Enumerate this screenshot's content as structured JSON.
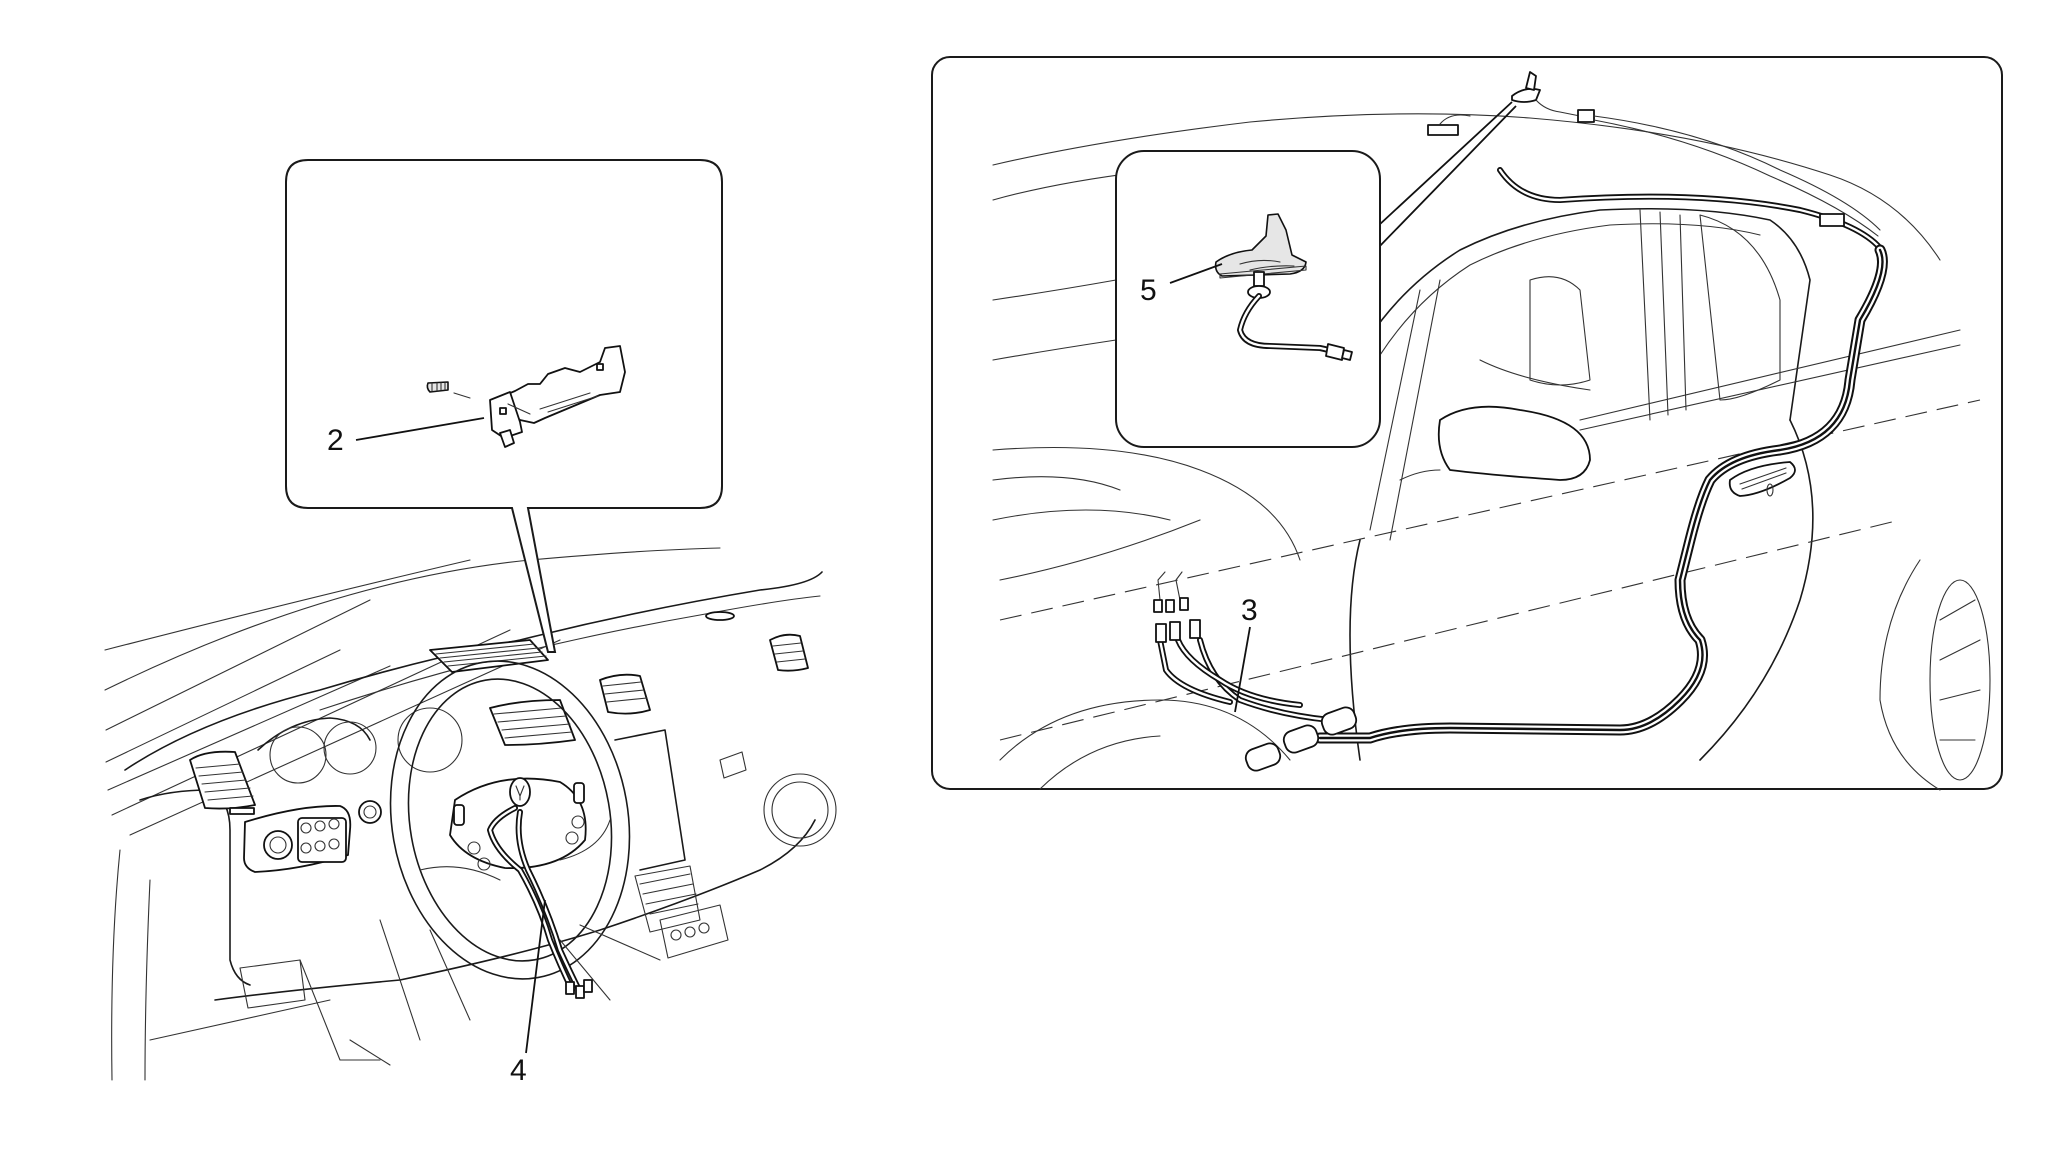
{
  "diagram": {
    "type": "parts-exploded-view",
    "subject": "Antenna cabling and mounting (dashboard & body routing)",
    "panels": [
      {
        "id": "dashboard-view",
        "description": "Interior dashboard with steering wheel, harness exiting below steering column"
      },
      {
        "id": "bracket-inset",
        "description": "Detail inset: mounting bracket with screw"
      },
      {
        "id": "body-side-view",
        "description": "Vehicle side view with harness routed from roof antenna down A/B pillar and along sill"
      },
      {
        "id": "antenna-inset",
        "description": "Detail inset: shark-fin roof antenna with pigtail cable and connector"
      }
    ],
    "callouts": [
      {
        "number": "2",
        "part": "mounting bracket"
      },
      {
        "number": "3",
        "part": "body harness (sill routing)"
      },
      {
        "number": "4",
        "part": "steering column harness"
      },
      {
        "number": "5",
        "part": "shark-fin roof antenna"
      }
    ]
  },
  "labels": {
    "callout_2": "2",
    "callout_3": "3",
    "callout_4": "4",
    "callout_5": "5"
  },
  "colors": {
    "line": "#1a1a1a",
    "background": "#ffffff",
    "shade": "#e6e6e6"
  }
}
